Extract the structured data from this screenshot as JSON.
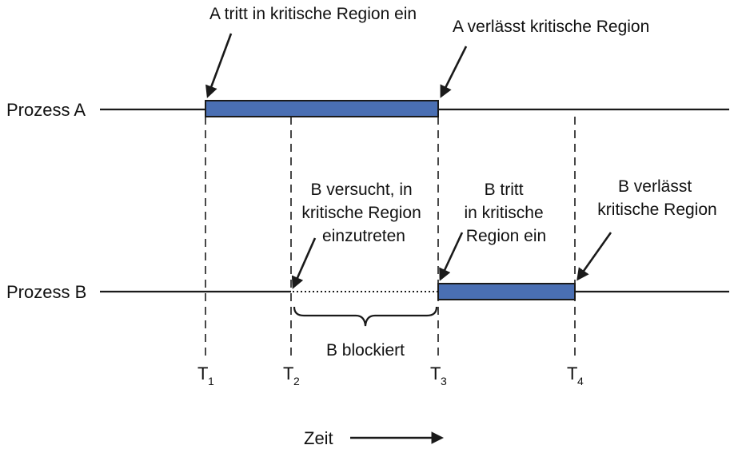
{
  "processes": {
    "a_label": "Prozess A",
    "b_label": "Prozess B"
  },
  "annotations": {
    "a_enters": "A tritt in kritische Region ein",
    "a_leaves": "A verlässt kritische Region",
    "b_tries": [
      "B versucht, in",
      "kritische Region",
      "einzutreten"
    ],
    "b_enters": [
      "B tritt",
      "in kritische",
      "Region ein"
    ],
    "b_leaves": [
      "B verlässt",
      "kritische Region"
    ],
    "b_blocked": "B blockiert"
  },
  "timepoints": [
    {
      "letter": "T",
      "sub": "1"
    },
    {
      "letter": "T",
      "sub": "2"
    },
    {
      "letter": "T",
      "sub": "3"
    },
    {
      "letter": "T",
      "sub": "4"
    }
  ],
  "axis": {
    "label": "Zeit"
  },
  "colors": {
    "critical_region_fill": "#4a6fb3",
    "line": "#1a1a1a"
  }
}
